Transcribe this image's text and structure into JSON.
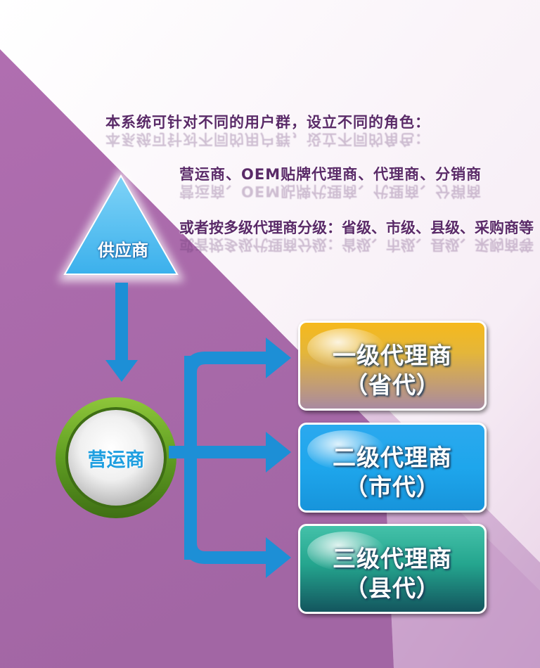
{
  "intro": {
    "line1": "本系统可针对不同的用户群，设立不同的角色：",
    "line2": "营运商、OEM贴牌代理商、代理商、分销商",
    "line3": "或者按多级代理商分级：省级、市级、县级、采购商等"
  },
  "nodes": {
    "supplier": "供应商",
    "operator": "营运商"
  },
  "agents": [
    {
      "name": "一级代理商",
      "region": "（省代）"
    },
    {
      "name": "二级代理商",
      "region": "（市代）"
    },
    {
      "name": "三级代理商",
      "region": "（县代）"
    }
  ],
  "colors": {
    "purple_background": "#a86aa8",
    "arrow_blue": "#1d8fd6",
    "triangle_blue": "#5bc0f0",
    "ring_green": "#6aa82a",
    "box1_orange": "#f6b91c",
    "box2_blue": "#2ba9ee",
    "box3_teal": "#24a58e"
  }
}
